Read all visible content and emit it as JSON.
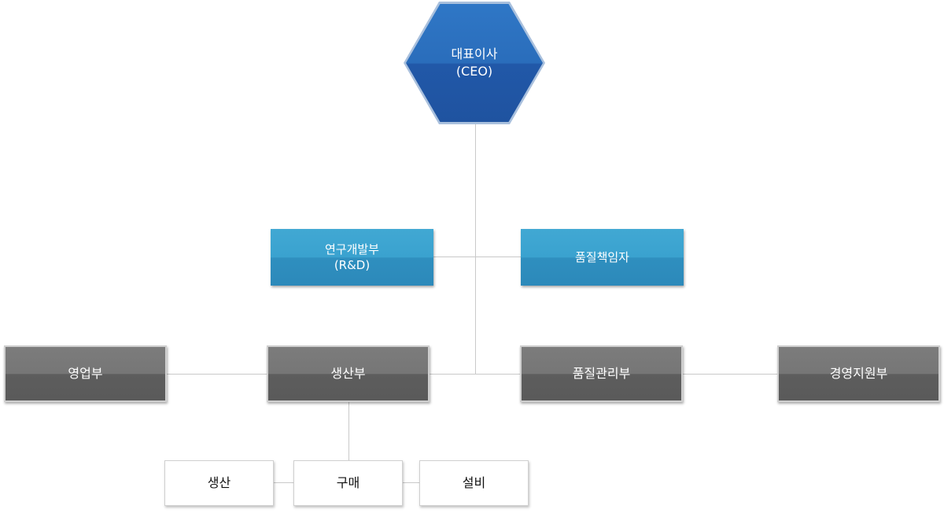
{
  "org_chart": {
    "ceo": {
      "title": "대표이사",
      "subtitle": "(CEO)"
    },
    "staff": {
      "rnd": {
        "title": "연구개발부",
        "subtitle": "(R&D)"
      },
      "quality_officer": {
        "title": "품질책임자"
      }
    },
    "departments": {
      "sales": "영업부",
      "production": "생산부",
      "quality_management": "품질관리부",
      "management_support": "경영지원부"
    },
    "production_units": {
      "production": "생산",
      "purchasing": "구매",
      "equipment": "설비"
    }
  },
  "colors": {
    "ceo": "#2a6dbb",
    "staff": "#3aa2cf",
    "department": "#6e6e6e",
    "unit": "#ffffff",
    "connector": "#c9c9c9"
  }
}
